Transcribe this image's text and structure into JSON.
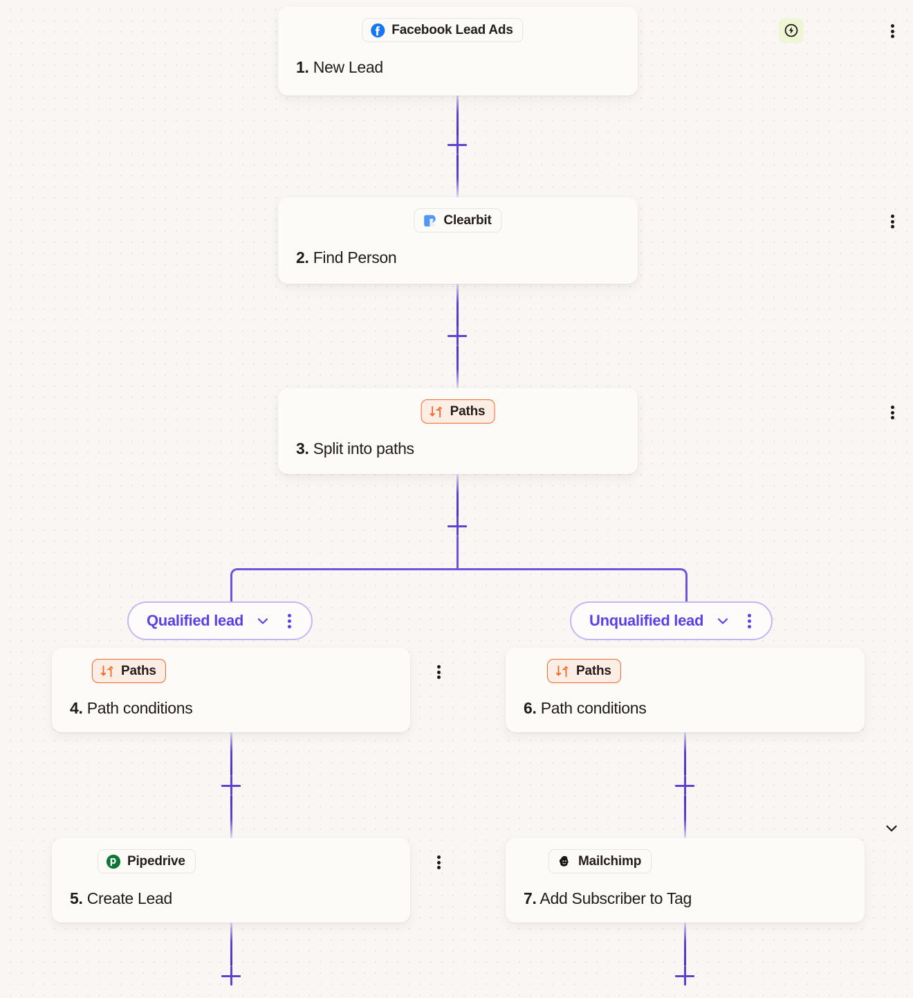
{
  "canvas": {
    "background_color": "#faf6f3",
    "dot_color": "#e8e0dc",
    "connector_color": "#5a43cf",
    "accent_purple": "#5b40e8",
    "paths_orange": "#f2682a",
    "paths_bg": "#fdeee5",
    "trigger_badge_bg": "#eef6d6"
  },
  "steps": [
    {
      "id": "step-1",
      "app": "Facebook Lead Ads",
      "app_icon": "facebook-icon",
      "number": "1.",
      "title": "New Lead",
      "is_trigger": true,
      "trigger_icon": "lightning-bolt-icon",
      "menu_icon": "kebab-menu-icon"
    },
    {
      "id": "step-2",
      "app": "Clearbit",
      "app_icon": "clearbit-icon",
      "number": "2.",
      "title": "Find Person",
      "is_trigger": false,
      "menu_icon": "kebab-menu-icon"
    },
    {
      "id": "step-3",
      "app": "Paths",
      "app_icon": "paths-split-icon",
      "number": "3.",
      "title": "Split into paths",
      "is_paths": true,
      "has_chevron": true,
      "chevron_icon": "chevron-down-icon",
      "menu_icon": "kebab-menu-icon"
    },
    {
      "id": "step-4",
      "app": "Paths",
      "app_icon": "paths-split-icon",
      "number": "4.",
      "title": "Path conditions",
      "is_paths": true,
      "menu_icon": "kebab-menu-icon"
    },
    {
      "id": "step-5",
      "app": "Pipedrive",
      "app_icon": "pipedrive-icon",
      "number": "5.",
      "title": "Create Lead",
      "menu_icon": "kebab-menu-icon"
    },
    {
      "id": "step-6",
      "app": "Paths",
      "app_icon": "paths-split-icon",
      "number": "6.",
      "title": "Path conditions",
      "is_paths": true,
      "menu_icon": "kebab-menu-icon"
    },
    {
      "id": "step-7",
      "app": "Mailchimp",
      "app_icon": "mailchimp-icon",
      "number": "7.",
      "title": "Add Subscriber to Tag",
      "menu_icon": "kebab-menu-icon"
    }
  ],
  "paths": [
    {
      "id": "path-a",
      "label": "Qualified lead",
      "chevron_icon": "chevron-down-icon",
      "menu_icon": "kebab-menu-icon"
    },
    {
      "id": "path-b",
      "label": "Unqualified lead",
      "chevron_icon": "chevron-down-icon",
      "menu_icon": "kebab-menu-icon"
    }
  ],
  "add_buttons": [
    {
      "id": "add-step-after-1",
      "icon": "plus-icon"
    },
    {
      "id": "add-step-after-2",
      "icon": "plus-icon"
    },
    {
      "id": "add-step-after-3",
      "icon": "plus-icon"
    },
    {
      "id": "add-step-after-4",
      "icon": "plus-icon"
    },
    {
      "id": "add-step-after-5",
      "icon": "plus-icon"
    },
    {
      "id": "add-step-after-6",
      "icon": "plus-icon"
    },
    {
      "id": "add-step-after-7",
      "icon": "plus-icon"
    }
  ]
}
